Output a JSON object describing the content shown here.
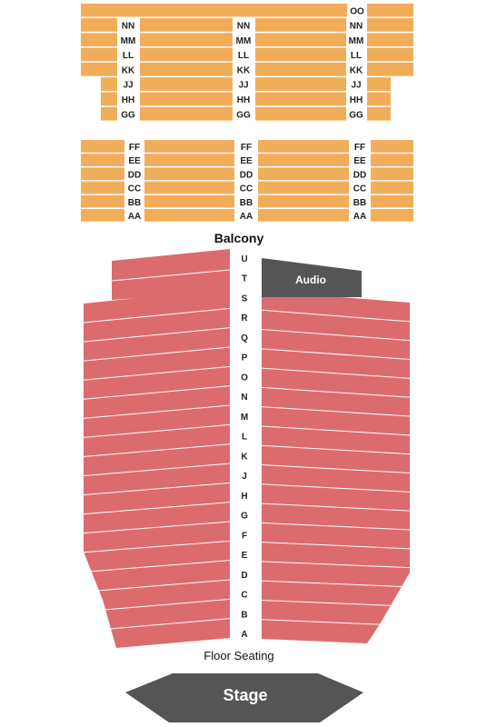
{
  "colors": {
    "balcony": "#f2ad5b",
    "floor": "#dc6b6e",
    "dark": "#555555",
    "row_separator": "#ffffff"
  },
  "balcony": {
    "label": "Balcony",
    "upper_rows": [
      "NN",
      "MM",
      "LL",
      "KK",
      "JJ",
      "HH",
      "GG"
    ],
    "top_row": "OO",
    "lower_rows": [
      "FF",
      "EE",
      "DD",
      "CC",
      "BB",
      "AA"
    ]
  },
  "floor": {
    "label": "Floor Seating",
    "rows": [
      "U",
      "T",
      "S",
      "R",
      "Q",
      "P",
      "O",
      "N",
      "M",
      "L",
      "K",
      "J",
      "H",
      "G",
      "F",
      "E",
      "D",
      "C",
      "B",
      "A"
    ]
  },
  "audio": {
    "label": "Audio"
  },
  "stage": {
    "label": "Stage"
  }
}
